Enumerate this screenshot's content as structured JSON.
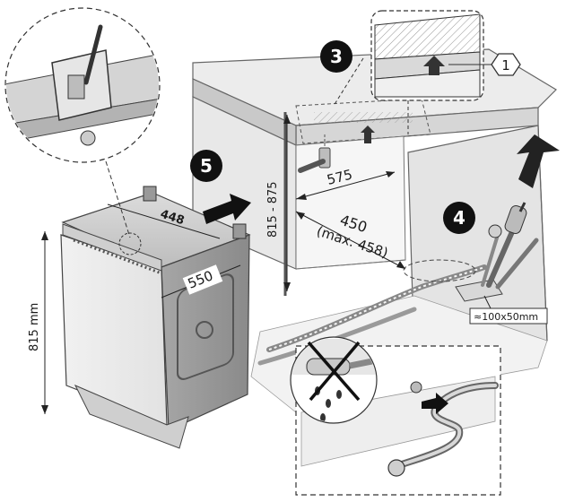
{
  "steps": {
    "step3": "3",
    "step4": "4",
    "step5": "5"
  },
  "callout": "1",
  "dimensions": {
    "cabinet_height_range": "815 - 875",
    "recess_depth": "575",
    "recess_width": "450",
    "recess_width_max": "(max. 458)",
    "appliance_width": "448",
    "appliance_depth": "550",
    "appliance_height": "815 mm",
    "cutout_size": "≈100x50mm"
  },
  "icons": [
    "arrow-up-icon",
    "arrow-right-icon",
    "no-drip-icon",
    "crossed-out-icon"
  ]
}
